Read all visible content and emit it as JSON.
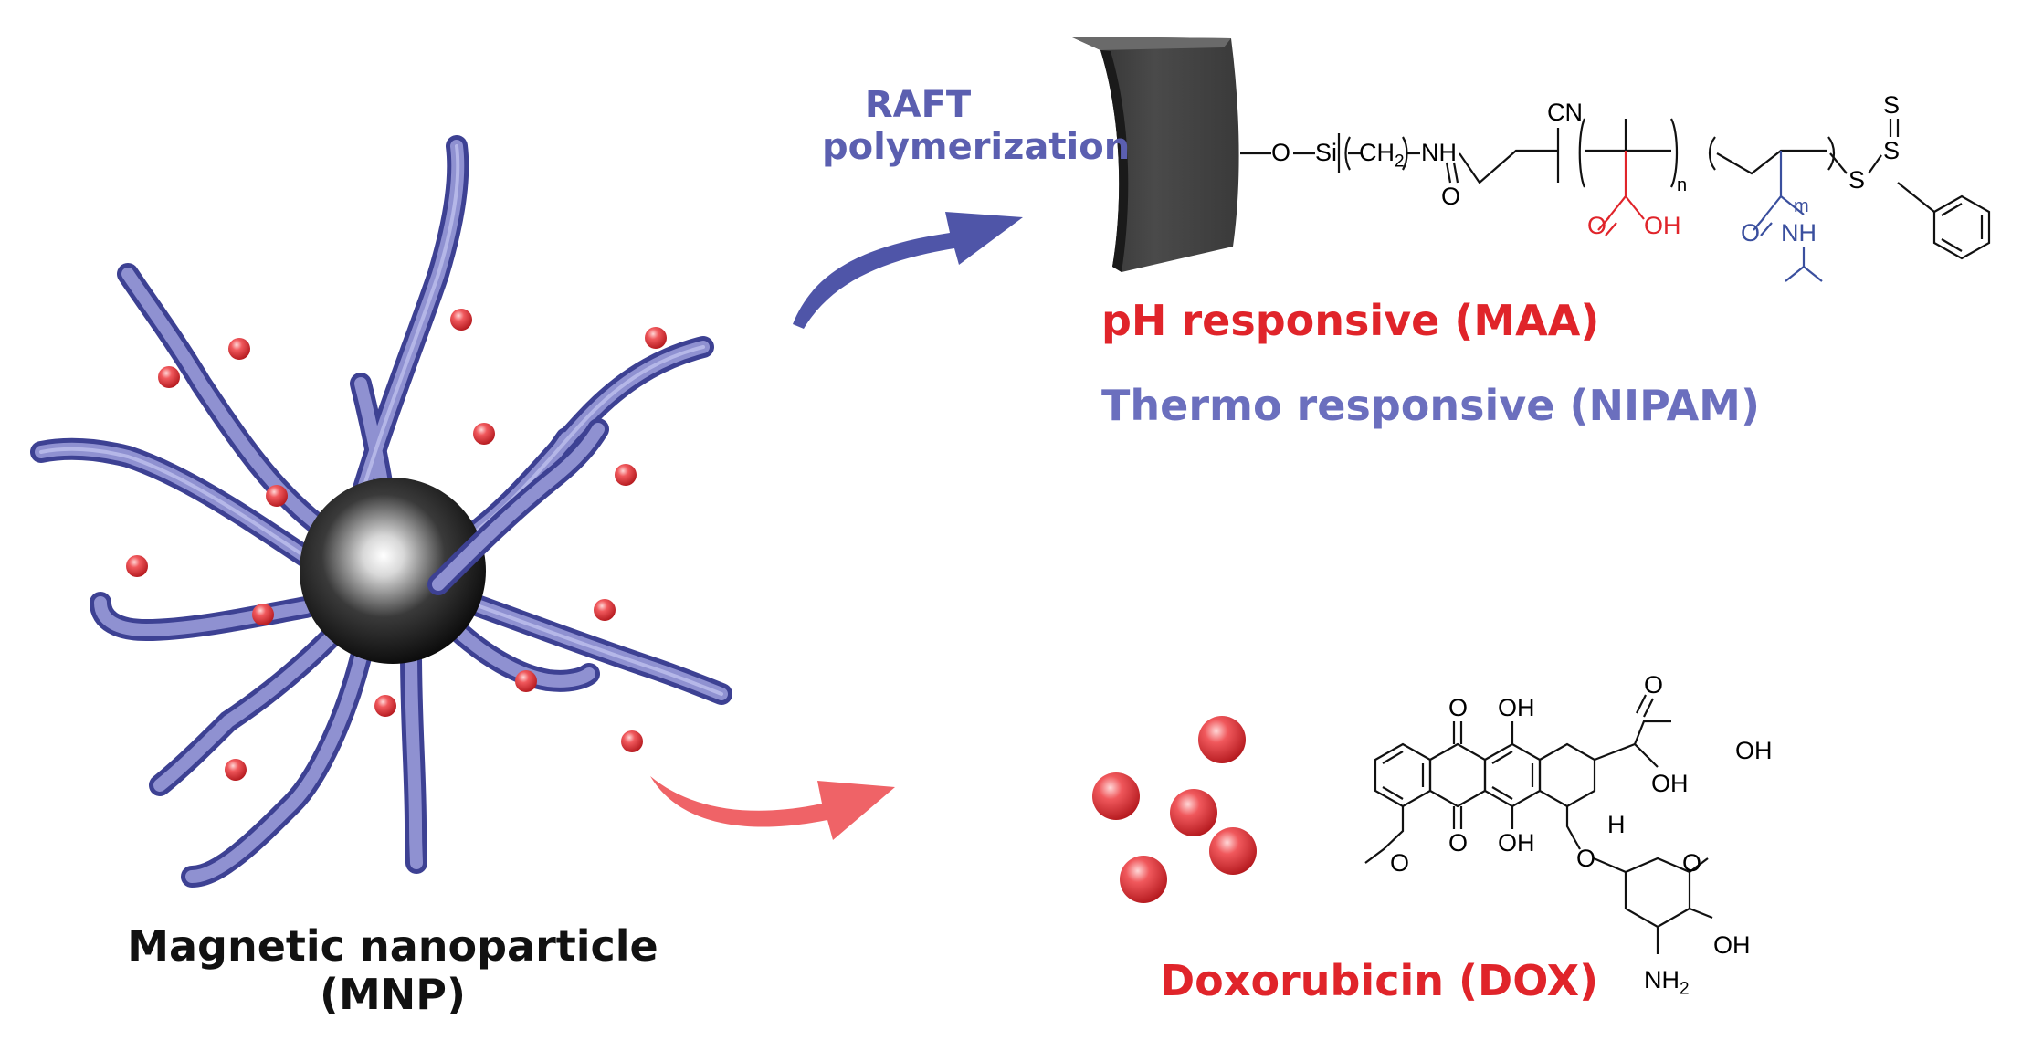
{
  "colors": {
    "polymer": "#5b5fb0",
    "drug": "#e0242a",
    "text_dark": "#111111",
    "arrow_blue": "#4f55a8",
    "arrow_red": "#ef6367",
    "maa": "#e0242a",
    "nipam": "#3a4f9e"
  },
  "labels": {
    "raft_line1": "RAFT",
    "raft_line2": "polymerization",
    "ph_responsive": "pH responsive (MAA)",
    "thermo_responsive": "Thermo responsive (NIPAM)",
    "mnp_line1": "Magnetic nanoparticle",
    "mnp_line2": "(MNP)",
    "dox": "Doxorubicin (DOX)"
  },
  "polymer_structure": {
    "o": "O",
    "si": "Si",
    "ch2": "CH",
    "ch2_sub": "2",
    "nh": "NH",
    "carbonyl_o": "O",
    "cn": "CN",
    "n": "n",
    "m": "m",
    "maa_o": "O",
    "maa_oh": "OH",
    "nipam_o": "O",
    "nipam_nh": "NH",
    "s1": "S",
    "s2": "S",
    "s_thione": "S"
  },
  "dox_structure": {
    "o_top": "O",
    "oh_top": "OH",
    "o_ketone": "O",
    "oh_sidechain": "OH",
    "oh_c9": "OH",
    "o_bottom": "O",
    "oh_bottom": "OH",
    "h": "H",
    "o_glyco": "O",
    "o_ring": "O",
    "o_methoxy": "O",
    "oh_sugar": "OH",
    "nh2": "NH",
    "nh2_sub": "2"
  }
}
